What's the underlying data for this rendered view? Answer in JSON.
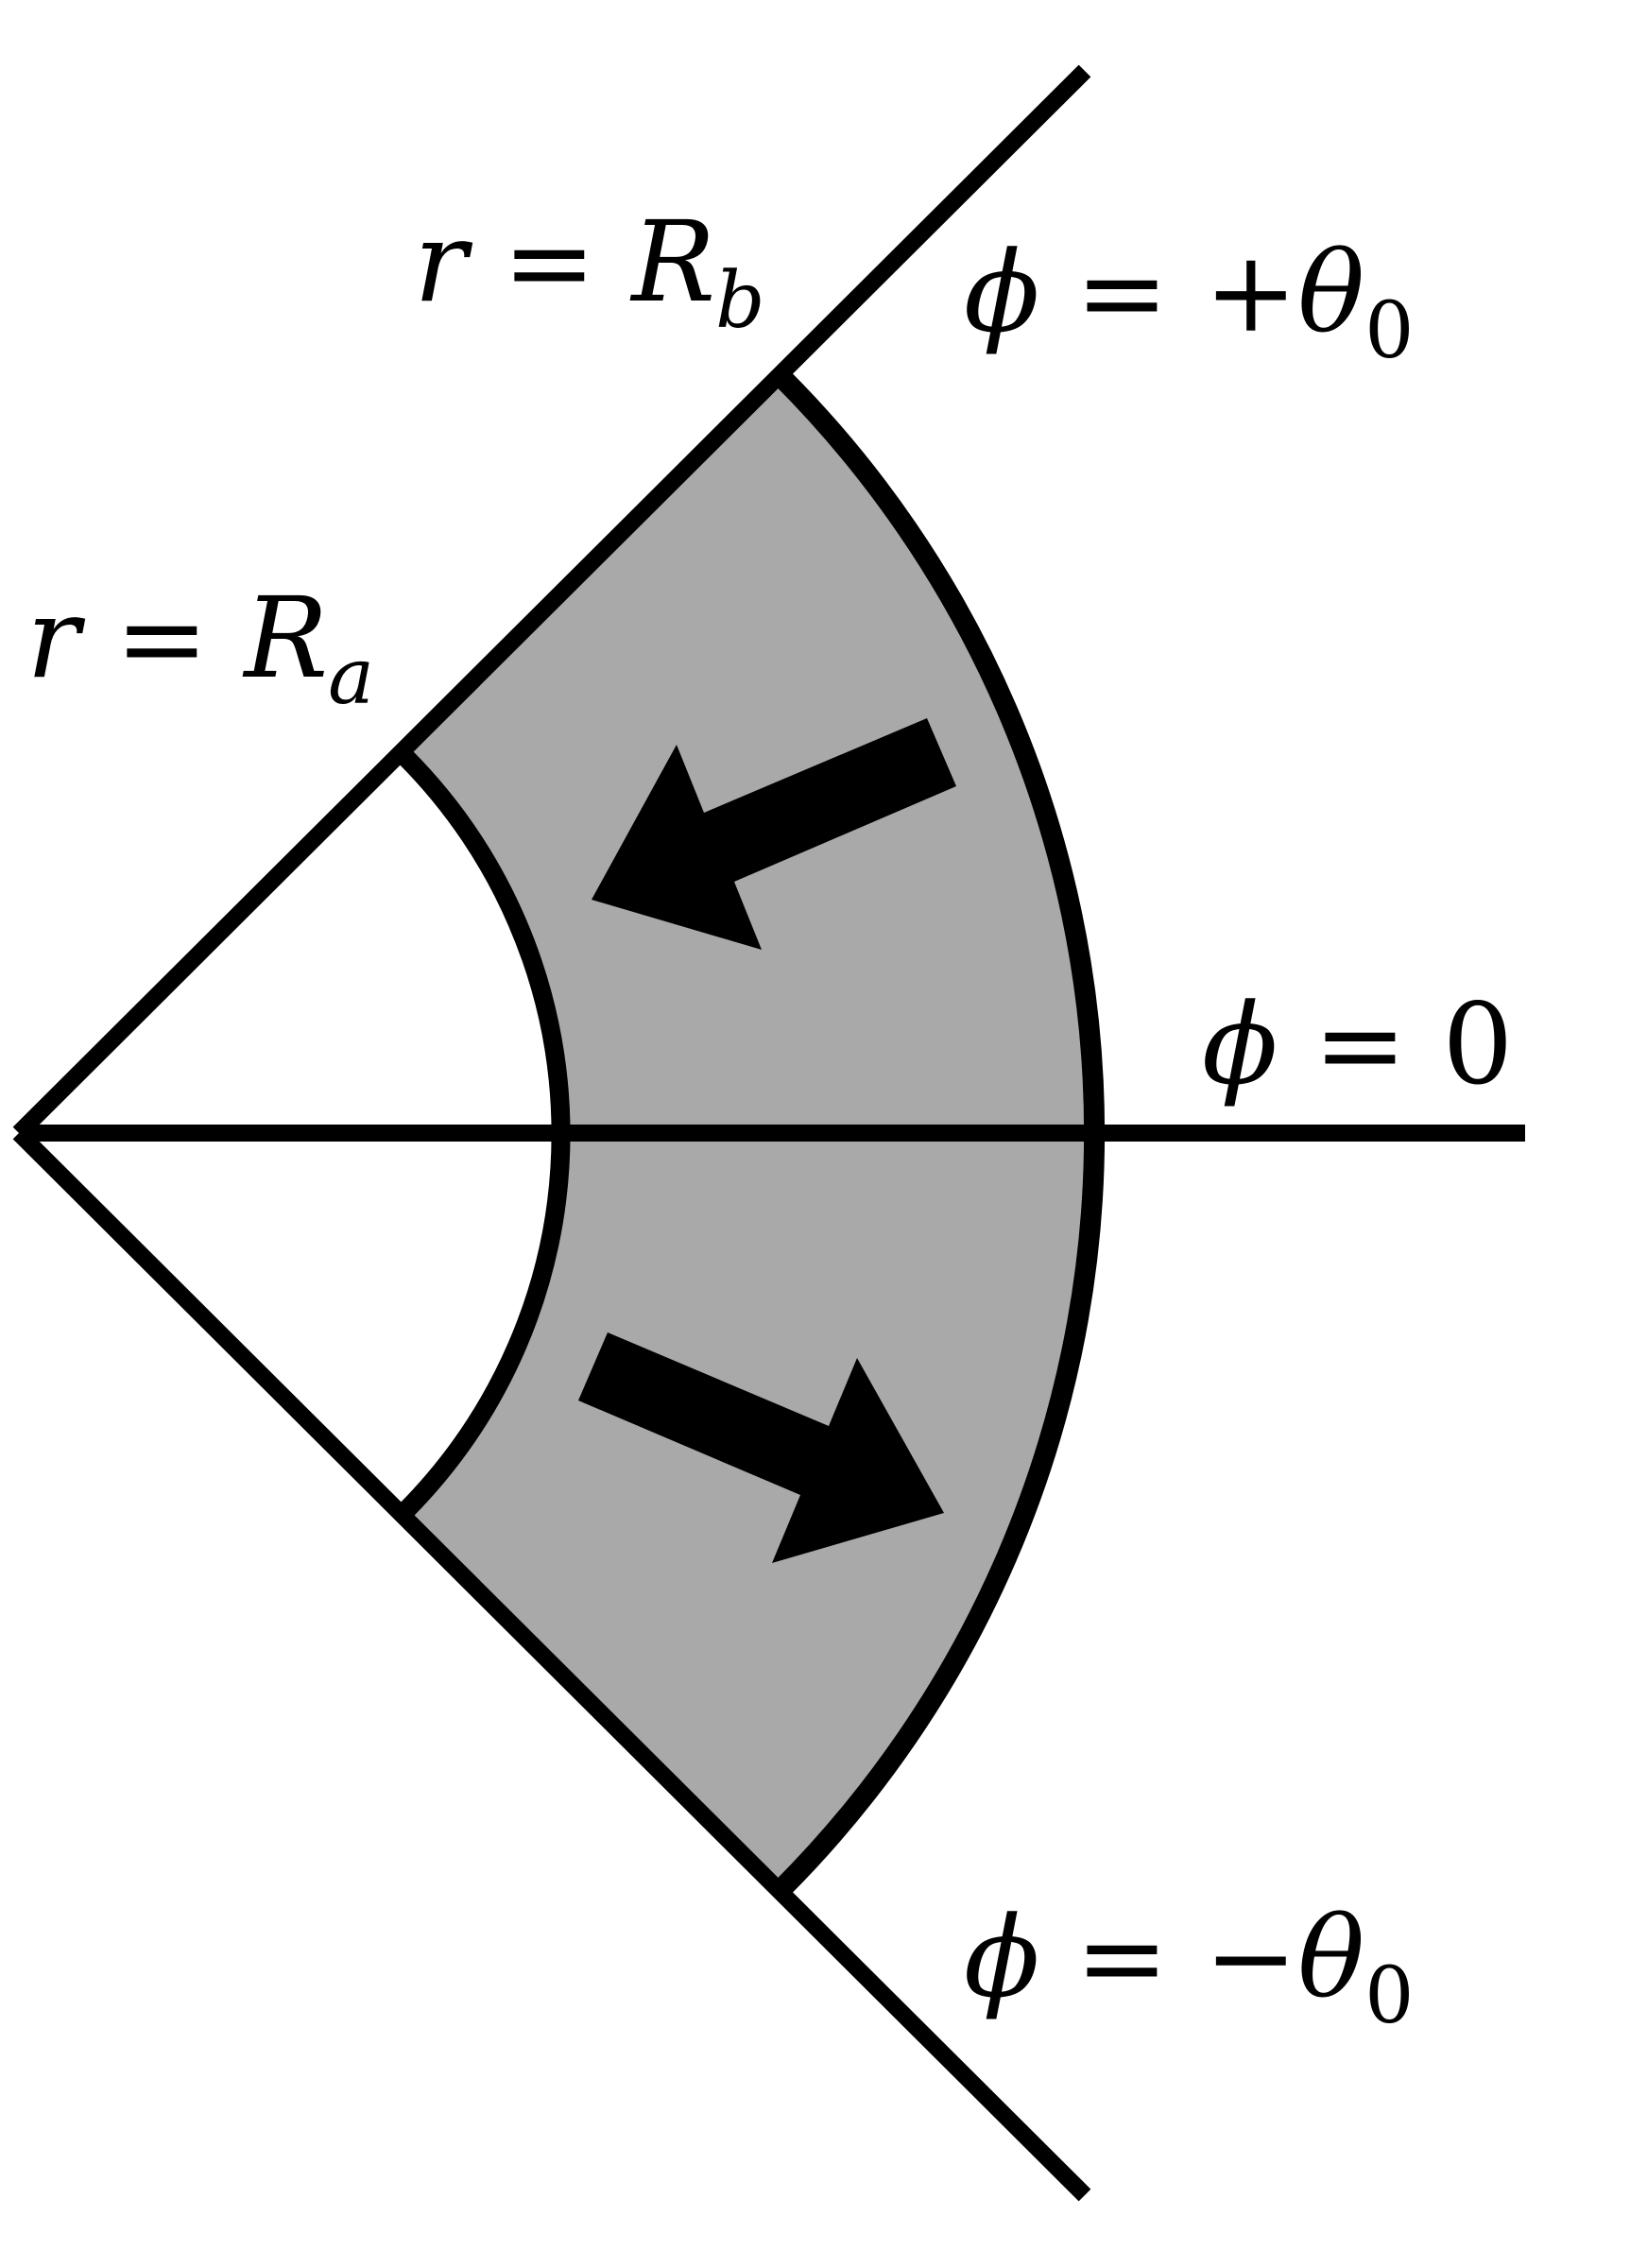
{
  "labels": {
    "r_outer": {
      "var": "r",
      "eq": " = ",
      "sym": "R",
      "sub": "b"
    },
    "r_inner": {
      "var": "r",
      "eq": " = ",
      "sym": "R",
      "sub": "a"
    },
    "phi_pos": {
      "var": "ϕ",
      "eq": " = ",
      "sign": "+",
      "sym": "θ",
      "sub": "0"
    },
    "phi_zero": {
      "var": "ϕ",
      "eq": " = ",
      "val": "0"
    },
    "phi_neg": {
      "var": "ϕ",
      "eq": " = ",
      "sign": "−",
      "sym": "θ",
      "sub": "0"
    }
  },
  "colors": {
    "sector_fill": "#a9a9a9",
    "ink": "#000000",
    "background": "#ffffff"
  }
}
